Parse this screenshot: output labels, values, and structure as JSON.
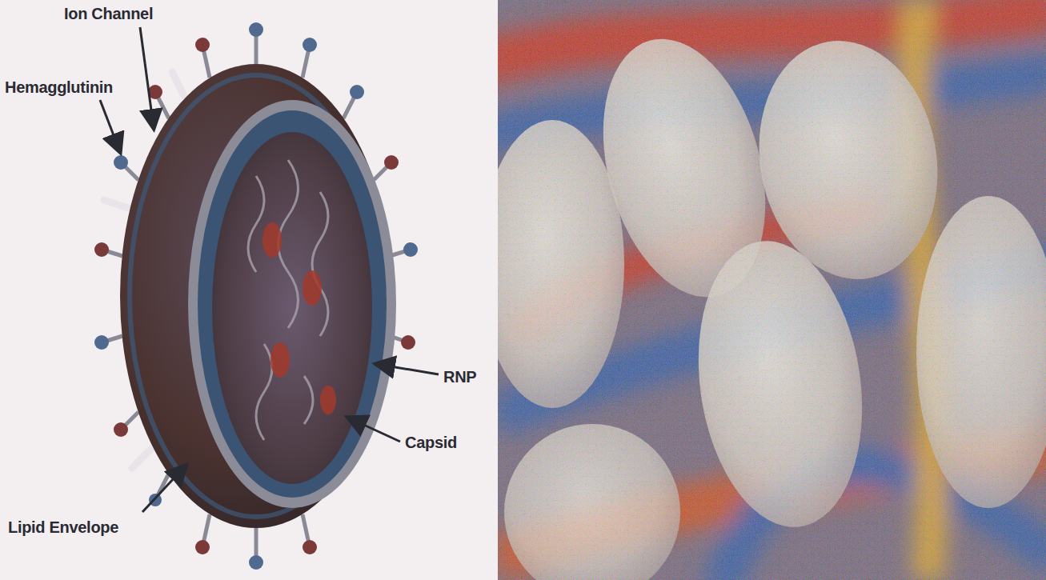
{
  "diagram": {
    "labels": [
      "Ion Channel",
      "Hemagglutinin",
      "RNP",
      "Capsid",
      "Lipid Envelope"
    ]
  }
}
